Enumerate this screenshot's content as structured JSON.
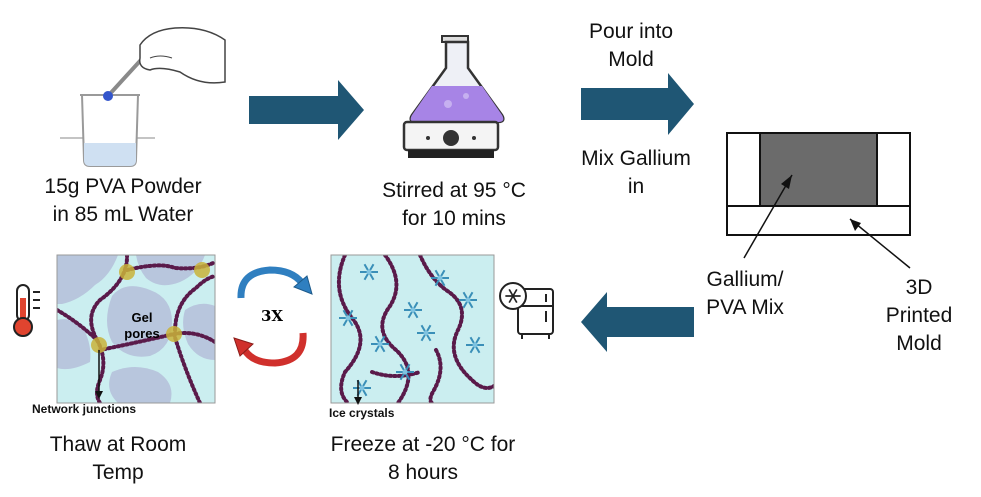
{
  "steps": {
    "powder": "15g PVA Powder\nin 85 mL Water",
    "stir": "Stirred at 95 °C\nfor 10 mins",
    "pour": "Pour into\nMold",
    "mix": "Mix Gallium\nin",
    "gallium_label": "Gallium/\nPVA Mix",
    "mold_label": "3D\nPrinted\nMold",
    "freeze": "Freeze at -20 °C for\n8 hours",
    "thaw": "Thaw at Room\nTemp"
  },
  "annotations": {
    "ice": "Ice crystals",
    "network": "Network junctions",
    "gel_line1": "Gel",
    "gel_line2": "pores",
    "cycles": "3X"
  },
  "colors": {
    "arrow": "#1f5674",
    "liquid": "#a784e6",
    "gallium": "#6b6b6b",
    "ice_bg": "#cbeef0",
    "polymer": "#5a1a4a",
    "junction": "#c9b33a",
    "cycle_blue": "#2f7fc0",
    "cycle_red": "#d0302c"
  },
  "icons": [
    "beaker-hand-icon",
    "hot-plate-flask-icon",
    "thermometer-icon",
    "freezer-icon",
    "cycle-arrows-icon"
  ]
}
